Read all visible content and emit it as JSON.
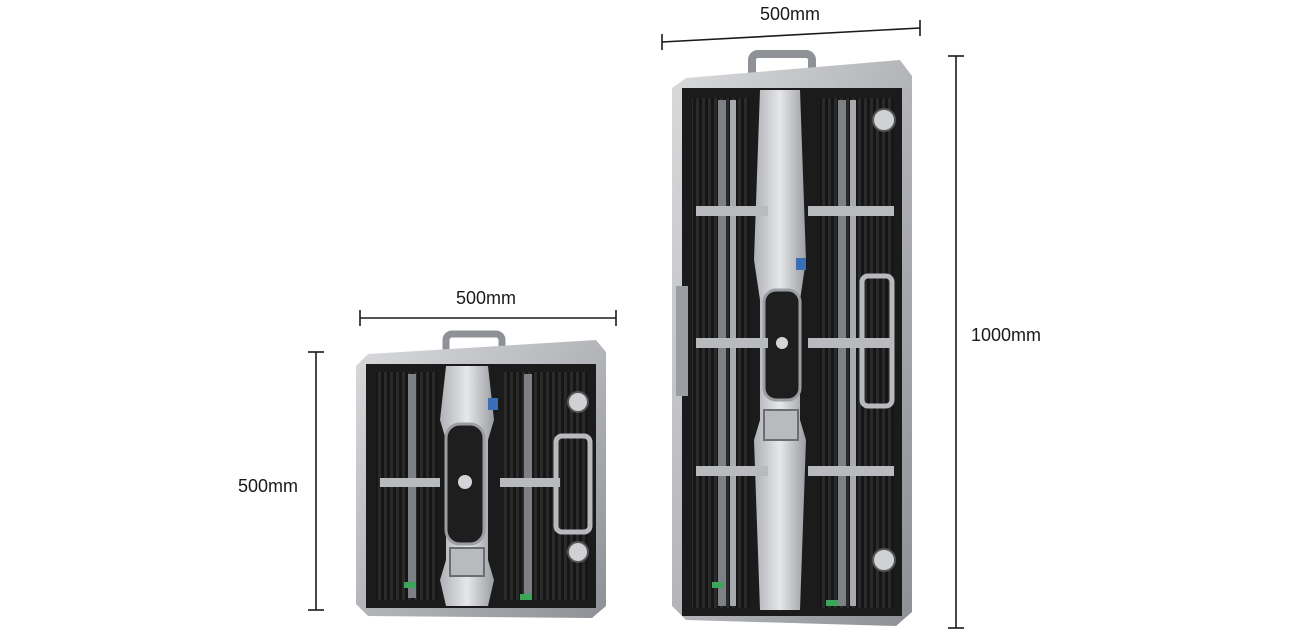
{
  "dimensions": {
    "large_cabinet": {
      "width_label": "500mm",
      "height_label": "1000mm"
    },
    "small_cabinet": {
      "width_label": "500mm",
      "height_label": "500mm"
    }
  },
  "colors": {
    "frame": "#1b1b1b",
    "metal": "#c9cbce",
    "metal_dark": "#8e9196",
    "accent_blue": "#3a6fb7",
    "accent_green": "#3aa65a",
    "dimension_line": "#1a1a1a"
  }
}
